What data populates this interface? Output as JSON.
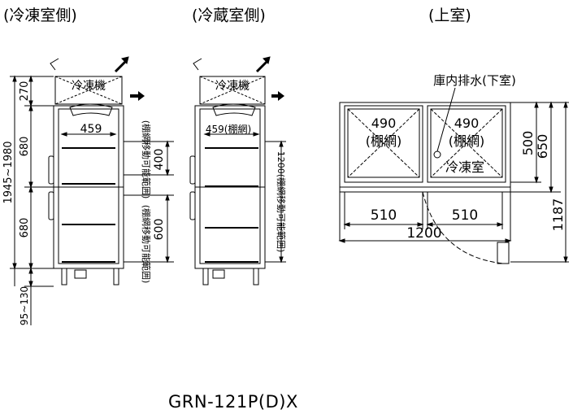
{
  "headers": {
    "freezer_side": "(冷凍室側)",
    "fridge_side": "(冷蔵室側)",
    "top_view": "(上室)"
  },
  "freezer_view": {
    "machine_label": "冷凍機",
    "shelf_width": "459",
    "shelf_range_upper": "400",
    "shelf_range_lower": "600",
    "range_note_upper": "(棚網移動可能範囲)",
    "range_note_lower": "(棚網移動可能範囲)",
    "dim_top_section": "270",
    "dim_upper_door": "680",
    "dim_lower_door": "680",
    "dim_total_height": "1945~1980",
    "dim_leg_height": "95~130"
  },
  "fridge_view": {
    "machine_label": "冷凍機",
    "shelf_width": "459(棚網)",
    "shelf_range": "1200(棚網移動可能範囲)"
  },
  "top_view": {
    "drain_label": "庫内排水(下室)",
    "left_shelf_width": "490",
    "left_shelf_label": "(棚網)",
    "right_shelf_width": "490",
    "right_shelf_label": "(棚網)",
    "freezer_label": "冷凍室",
    "left_compartment_width": "510",
    "right_compartment_width": "510",
    "overall_width": "1200",
    "depth_inner": "500",
    "depth_body": "650",
    "depth_door_open": "1187"
  },
  "model_number": "GRN-121P(D)X"
}
